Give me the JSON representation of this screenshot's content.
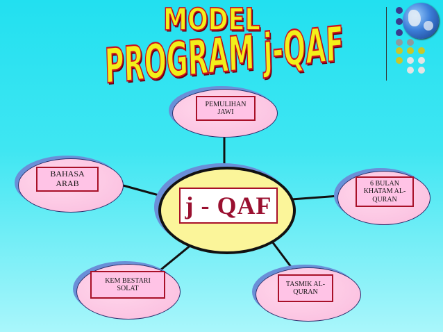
{
  "title": {
    "line1": "MODEL",
    "line2": "PROGRAM j-QAF"
  },
  "center": {
    "label": "j - QAF"
  },
  "nodes": [
    {
      "id": "pemulihan-jawi",
      "label": "PEMULIHAN JAWI"
    },
    {
      "id": "bahasa-arab",
      "label": "BAHASA ARAB"
    },
    {
      "id": "khatam-quran",
      "label": "6 BULAN KHATAM AL-QURAN"
    },
    {
      "id": "kem-bestari-solat",
      "label": "KEM BESTARI SOLAT"
    },
    {
      "id": "tasmik-quran",
      "label": "TASMIK AL-QURAN"
    }
  ],
  "colors": {
    "background": "#22e0f0",
    "node_fill": "#fcc4e2",
    "center_fill": "#fbf59a",
    "box_border": "#a81028",
    "title_fill": "#f2f01a",
    "title_stroke": "#cc1020"
  },
  "decor": {
    "globe_icon": "globe-icon"
  }
}
